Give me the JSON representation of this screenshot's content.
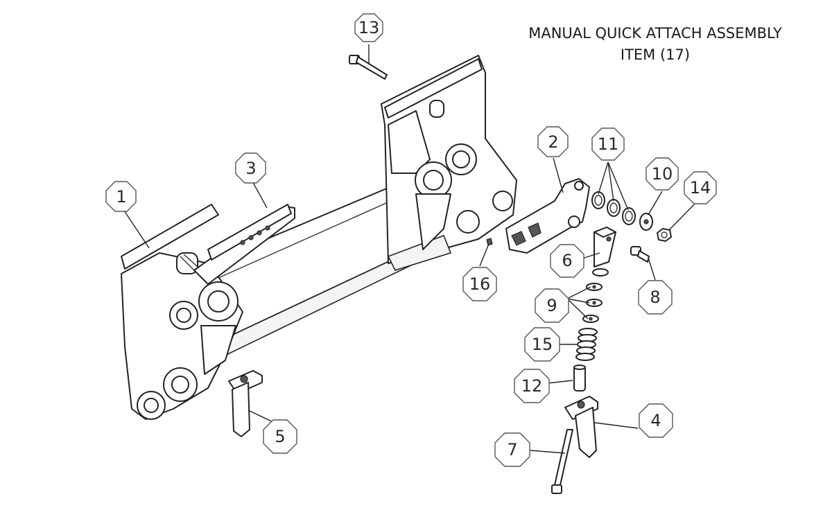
{
  "title": {
    "line1": "MANUAL QUICK ATTACH ASSEMBLY",
    "line2": "ITEM (17)"
  },
  "callouts": [
    "13",
    "1",
    "3",
    "2",
    "11",
    "10",
    "14",
    "6",
    "16",
    "8",
    "9",
    "15",
    "12",
    "5",
    "4",
    "7"
  ]
}
